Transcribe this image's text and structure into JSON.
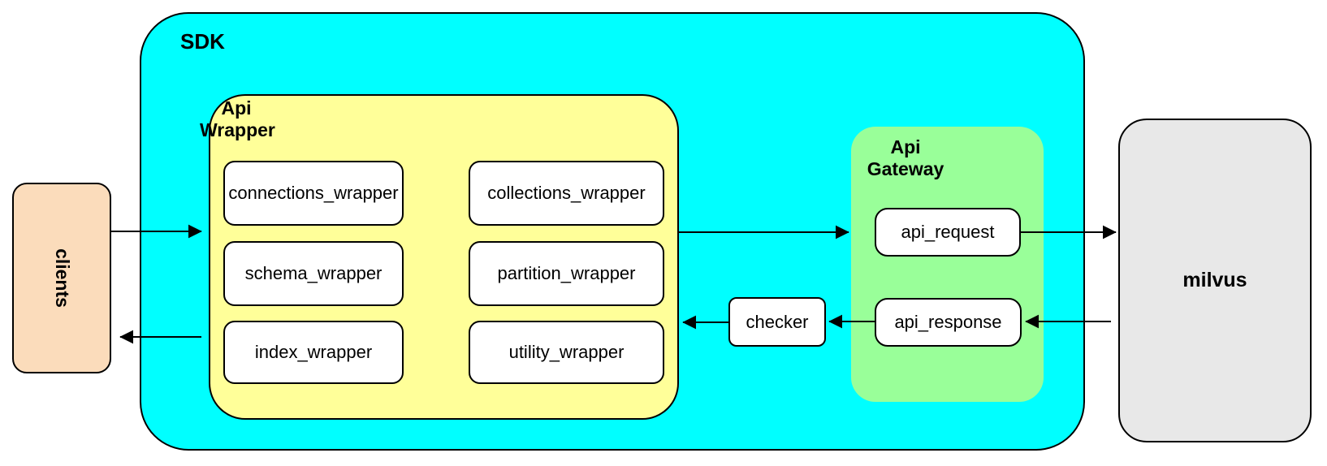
{
  "colors": {
    "sdk_fill": "#00ffff",
    "api_wrapper_fill": "#ffff99",
    "api_gateway_fill": "#99ff99",
    "clients_fill": "#fbdcbb",
    "milvus_fill": "#e8e8e8",
    "node_fill": "#ffffff",
    "line_and_border": "#000000"
  },
  "nodes": {
    "clients": {
      "label": "clients"
    },
    "sdk": {
      "label": "SDK"
    },
    "api_wrapper": {
      "label": "Api\nWrapper",
      "items": [
        {
          "label": "connections_wrapper"
        },
        {
          "label": "collections_wrapper"
        },
        {
          "label": "schema_wrapper"
        },
        {
          "label": "partition_wrapper"
        },
        {
          "label": "index_wrapper"
        },
        {
          "label": "utility_wrapper"
        }
      ]
    },
    "checker": {
      "label": "checker"
    },
    "api_gateway": {
      "label": "Api\nGateway",
      "items": [
        {
          "label": "api_request"
        },
        {
          "label": "api_response"
        }
      ]
    },
    "milvus": {
      "label": "milvus"
    }
  },
  "connections": [
    {
      "from": "clients",
      "to": "api_wrapper"
    },
    {
      "from": "api_wrapper",
      "to": "api_gateway"
    },
    {
      "from": "api_request",
      "to": "milvus"
    },
    {
      "from": "milvus",
      "to": "api_response"
    },
    {
      "from": "api_response",
      "to": "checker"
    },
    {
      "from": "checker",
      "to": "api_wrapper"
    },
    {
      "from": "api_wrapper",
      "to": "clients"
    }
  ]
}
